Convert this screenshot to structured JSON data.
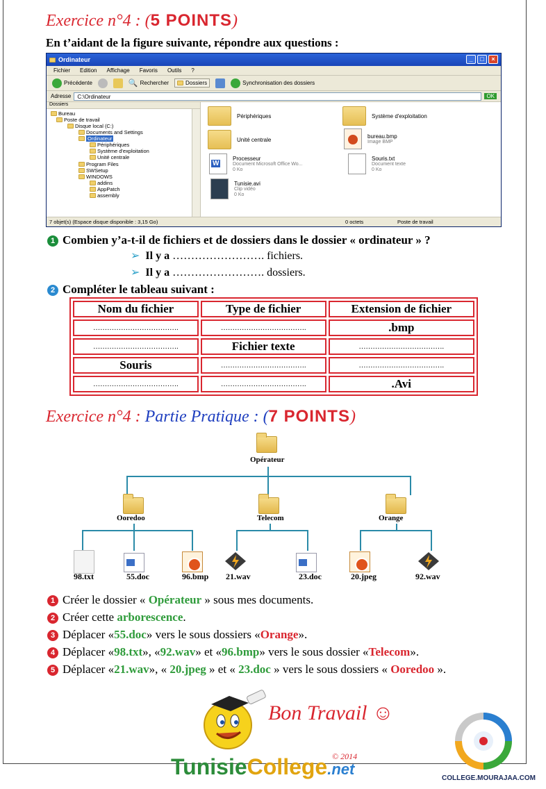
{
  "ex1": {
    "title_a": "Exercice n°4 : (",
    "title_b": "5 POINTS",
    "title_c": ")",
    "intro": "En t’aidant de la figure suivante, répondre aux questions :"
  },
  "window": {
    "title": "Ordinateur",
    "menu": [
      "Fichier",
      "Edition",
      "Affichage",
      "Favoris",
      "Outils",
      "?"
    ],
    "toolbar": {
      "back": "Précédente",
      "search": "Rechercher",
      "folders": "Dossiers",
      "sync": "Synchronisation des dossiers"
    },
    "address_label": "Adresse",
    "address_value": "C:\\Ordinateur",
    "ok": "OK",
    "tree_header": "Dossiers",
    "tree": [
      "Bureau",
      "Poste de travail",
      "Disque local (C:)",
      "Documents and Settings",
      "Ordinateur",
      "Périphériques",
      "Système d'exploitation",
      "Unité centrale",
      "Program Files",
      "SWSetup",
      "WINDOWS",
      "addins",
      "AppPatch",
      "assembly"
    ],
    "items": [
      {
        "name": "Périphériques",
        "line1": "",
        "line2": ""
      },
      {
        "name": "Système d'exploitation",
        "line1": "",
        "line2": ""
      },
      {
        "name": "Unité centrale",
        "line1": "",
        "line2": ""
      },
      {
        "name": "bureau.bmp",
        "line1": "Image BMP",
        "line2": ""
      },
      {
        "name": "Processeur",
        "line1": "Document Microsoft Office Wo...",
        "line2": "0 Ko"
      },
      {
        "name": "Souris.txt",
        "line1": "Document texte",
        "line2": "0 Ko"
      },
      {
        "name": "Tunisie.avi",
        "line1": "Clip vidéo",
        "line2": "0 Ko"
      }
    ],
    "status_left": "7 objet(s) (Espace disque disponible : 3,15 Go)",
    "status_mid": "0 octets",
    "status_right": "Poste de travail"
  },
  "q1": {
    "num": "1",
    "text": "Combien y’a-t-il  de fichiers et de dossiers dans le dossier « ordinateur » ?",
    "a1_prefix": "Il y a",
    "a1_dots": "…………………….",
    "a1_suffix": "fichiers.",
    "a2_prefix": "Il y a",
    "a2_dots": "…………………….",
    "a2_suffix": "dossiers."
  },
  "q2": {
    "num": "2",
    "text": "Compléter le tableau suivant :"
  },
  "table": {
    "headers": [
      "Nom du fichier",
      "Type de fichier",
      "Extension de fichier"
    ],
    "dots": "……………………………….",
    "r1c3": ".bmp",
    "r2c2": "Fichier texte",
    "r3c1": "Souris",
    "r4c3": ".Avi"
  },
  "ex2": {
    "title_a": "Exercice n°4 : ",
    "title_b": "Partie Pratique : (",
    "title_c": "7 POINTS",
    "title_d": ")"
  },
  "diagram": {
    "root": "Opérateur",
    "folders": [
      "Ooredoo",
      "Telecom",
      "Orange"
    ],
    "files": [
      "98.txt",
      "55.doc",
      "96.bmp",
      "21.wav",
      "23.doc",
      "20.jpeg",
      "92.wav"
    ]
  },
  "tasks": [
    {
      "num": "1",
      "a": "Créer le dossier « ",
      "b": "Opérateur",
      "c": " » sous mes documents."
    },
    {
      "num": "2",
      "a": "Créer cette ",
      "b": "arborescence",
      "c": "."
    },
    {
      "num": "3",
      "a": "Déplacer «",
      "b": "55.doc",
      "c": "» vers le sous dossiers «",
      "d": "Orange",
      "e": "»."
    },
    {
      "num": "4",
      "a": "Déplacer «",
      "b": "98.txt",
      "c": "», «",
      "d": "92.wav",
      "e": "»  et «",
      "f": "96.bmp",
      "g": "» vers le sous dossier «",
      "h": "Telecom",
      "i": "»."
    },
    {
      "num": "5",
      "a": "Déplacer «",
      "b": "21.wav",
      "c": "», « ",
      "d": "20.jpeg",
      "e": " »  et « ",
      "f": "23.doc",
      "g": " » vers le sous dossiers « ",
      "h": "Ooredoo",
      "i": " »."
    }
  ],
  "footer": {
    "bon_travail": "Bon Travail",
    "smiley": "☺",
    "brand_a": "Tunisie",
    "brand_b": "College",
    "brand_c": ".net",
    "year": "© 2014",
    "site": "COLLEGE.MOURAJAA.COM"
  }
}
